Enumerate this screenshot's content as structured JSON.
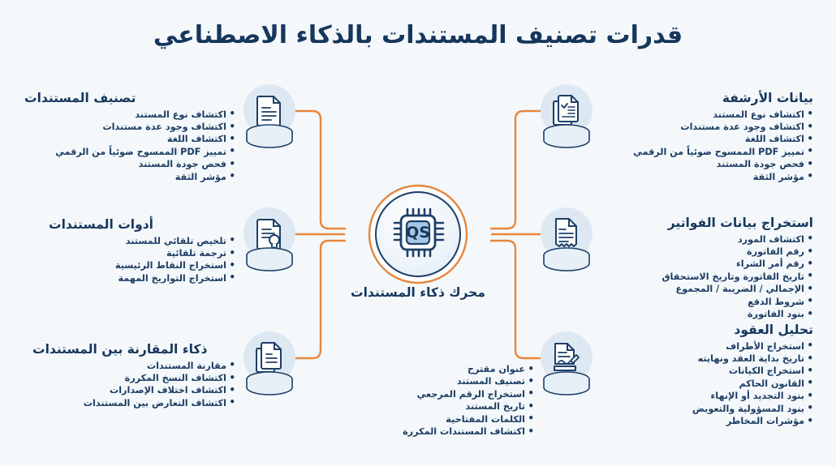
{
  "page": {
    "title": "قدرات تصنيف المستندات بالذكاء الاصطناعي",
    "background_color": "#f4f8fb",
    "accent_color": "#e8863c",
    "text_color": "#16365c",
    "node_fill_color": "#dde8f3"
  },
  "hub": {
    "chip_label": "QS",
    "caption": "محرك ذكاء المستندات",
    "icon": "cpu-chip-icon"
  },
  "left_sections": [
    {
      "heading": "تصنيف المستندات",
      "icon": "document-icon",
      "items": [
        "اكتشاف نوع المستند",
        "اكتشاف وجود عدة مستندات",
        "اكتشاف اللغة",
        "تمييز PDF الممسوح ضوئياً من الرقمي",
        "فحص جودة المستند",
        "مؤشر الثقة"
      ]
    },
    {
      "heading": "أدوات المستندات",
      "icon": "document-seal-icon",
      "items": [
        "تلخيص تلقائي للمستند",
        "ترجمة تلقائية",
        "استخراج النقاط الرئيسية",
        "استخراج التواريخ المهمة"
      ]
    },
    {
      "heading": "ذكاء المقارنة بين المستندات",
      "icon": "document-copies-icon",
      "items": [
        "مقارنة المستندات",
        "اكتشاف النسخ المكررة",
        "اكتشاف اختلاف الإصدارات",
        "اكتشاف التعارض بين المستندات"
      ]
    }
  ],
  "right_sections": [
    {
      "heading": "بيانات الأرشفة",
      "icon": "document-stack-icon",
      "items": [
        "اكتشاف نوع المستند",
        "اكتشاف وجود عدة مستندات",
        "اكتشاف اللغة",
        "تمييز PDF الممسوح ضوئياً من الرقمي",
        "فحص جودة المستند",
        "مؤشر الثقة"
      ]
    },
    {
      "heading": "استخراج بيانات الفواتير",
      "icon": "invoice-receipt-icon",
      "items": [
        "اكتشاف المورد",
        "رقم الفاتورة",
        "رقم أمر الشراء",
        "تاريخ الفاتورة وتاريخ الاستحقاق",
        "الإجمالي / الضريبة / المجموع",
        "شروط الدفع",
        "بنود الفاتورة"
      ]
    },
    {
      "heading": "تحليل العقود",
      "icon": "contract-signature-icon",
      "items": [
        "استخراج الأطراف",
        "تاريخ بداية العقد ونهايته",
        "استخراج الكيانات",
        "القانون الحاكم",
        "بنود التجديد أو الإنهاء",
        "بنود المسؤولية والتعويض",
        "مؤشرات المخاطر"
      ]
    }
  ],
  "bottom_section": {
    "heading": "",
    "icon": "contract-signature-icon",
    "items": [
      "عنوان مقترح",
      "تصنيف المستند",
      "استخراج الرقم المرجعي",
      "تاريخ المستند",
      "الكلمات المفتاحية",
      "اكتشاف المستندات المكررة"
    ]
  }
}
